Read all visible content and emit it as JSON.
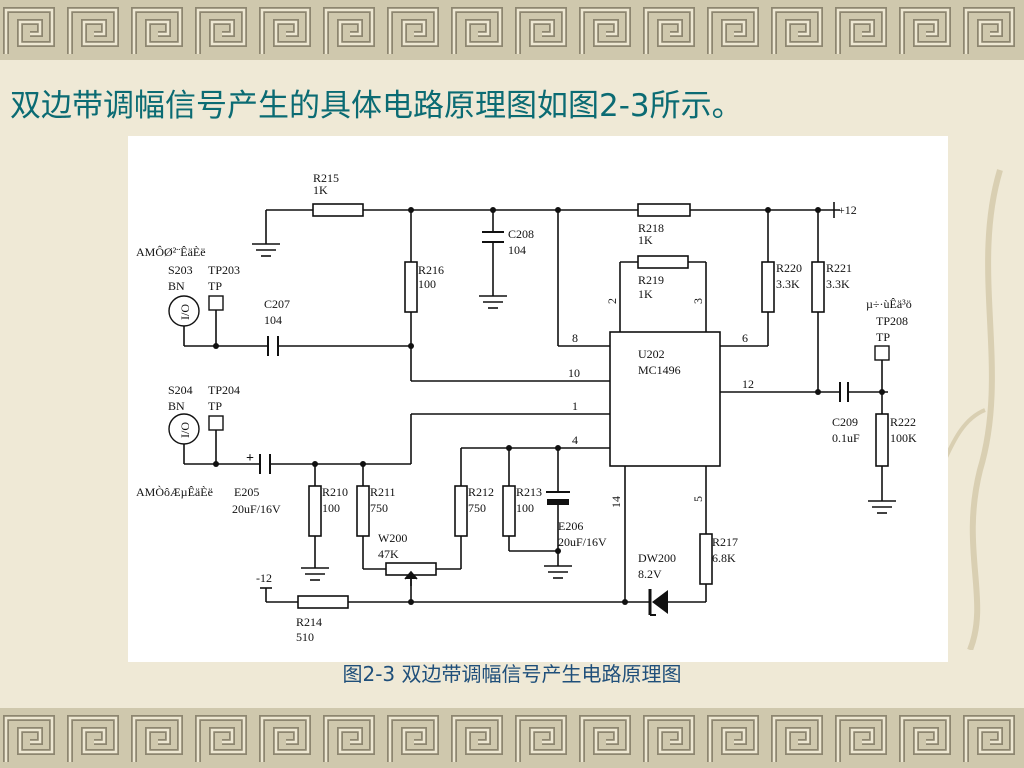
{
  "slide": {
    "title": "双边带调幅信号产生的具体电路原理图如图2-3所示。",
    "caption": "图2-3 双边带调幅信号产生电路原理图"
  },
  "schematic": {
    "R215": "R215",
    "R215_val": "1K",
    "R216": "R216",
    "R216_val": "100",
    "C208": "C208",
    "C208_val": "104",
    "R218": "R218",
    "R218_val": "1K",
    "R219": "R219",
    "R219_val": "1K",
    "R220": "R220",
    "R220_val": "3.3K",
    "R221": "R221",
    "R221_val": "3.3K",
    "vplus": "+12",
    "vminus": "-12",
    "in1_label": "AMÔØ²¨ÊäÈë",
    "S203": "S203",
    "S203_type": "BN",
    "TP203": "TP203",
    "TP203_type": "TP",
    "C207": "C207",
    "C207_val": "104",
    "S204": "S204",
    "S204_type": "BN",
    "TP204": "TP204",
    "TP204_type": "TP",
    "in2_label": "AMÒôÆµÊäÈë",
    "E205": "E205",
    "E205_val": "20uF/16V",
    "io": "I/O",
    "U202": "U202",
    "U202_part": "MC1496",
    "pin_8": "8",
    "pin_10": "10",
    "pin_1": "1",
    "pin_4": "4",
    "pin_2": "2",
    "pin_3": "3",
    "pin_6": "6",
    "pin_12": "12",
    "pin_14": "14",
    "pin_5": "5",
    "out_label": "µ÷·ùÊä³ö",
    "TP208": "TP208",
    "TP208_type": "TP",
    "C209": "C209",
    "C209_val": "0.1uF",
    "R222": "R222",
    "R222_val": "100K",
    "R210": "R210",
    "R210_val": "100",
    "R211": "R211",
    "R211_val": "750",
    "W200": "W200",
    "W200_val": "47K",
    "R212": "R212",
    "R212_val": "750",
    "R213": "R213",
    "R213_val": "100",
    "E206": "E206",
    "E206_val": "20uF/16V",
    "R214": "R214",
    "R214_val": "510",
    "DW200": "DW200",
    "DW200_val": "8.2V",
    "R217": "R217",
    "R217_val": "6.8K",
    "plus": "+"
  }
}
